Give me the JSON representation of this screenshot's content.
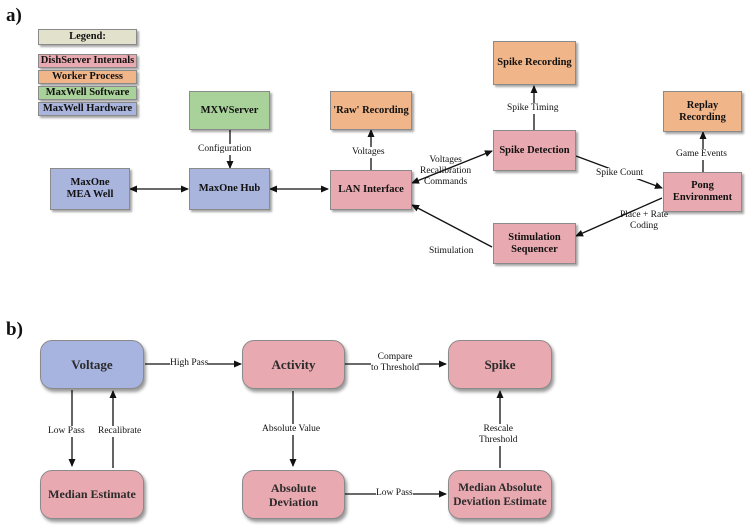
{
  "panel_a": {
    "label": "a)",
    "legend": {
      "title": "Legend:",
      "items": [
        "DishServer Internals",
        "Worker Process",
        "MaxWell Software",
        "MaxWell Hardware"
      ]
    },
    "nodes": {
      "maxone_well": "MaxOne\nMEA Well",
      "maxone_hub": "MaxOne Hub",
      "mxwserver": "MXWServer",
      "lan_interface": "LAN Interface",
      "raw_recording": "'Raw' Recording",
      "spike_detection": "Spike Detection",
      "spike_recording": "Spike Recording",
      "pong_environment": "Pong\nEnvironment",
      "replay_recording": "Replay Recording",
      "stimulation_sequencer": "Stimulation\nSequencer"
    },
    "edges": {
      "configuration": "Configuration",
      "voltages": "Voltages",
      "voltages_recal": "Voltages\nRecalibration\nCommands",
      "spike_timing": "Spike Timing",
      "spike_count": "Spike Count",
      "game_events": "Game Events",
      "place_rate": "Place + Rate\nCoding",
      "stimulation": "Stimulation"
    }
  },
  "panel_b": {
    "label": "b)",
    "nodes": {
      "voltage": "Voltage",
      "activity": "Activity",
      "spike": "Spike",
      "median_estimate": "Median Estimate",
      "absolute_deviation": "Absolute\nDeviation",
      "mad_estimate": "Median Absolute\nDeviation Estimate"
    },
    "edges": {
      "high_pass": "High Pass",
      "compare": "Compare\nto Threshold",
      "low_pass_1": "Low Pass",
      "recalibrate": "Recalibrate",
      "absolute_value": "Absolute Value",
      "rescale": "Rescale\nThreshold",
      "low_pass_2": "Low Pass"
    }
  }
}
